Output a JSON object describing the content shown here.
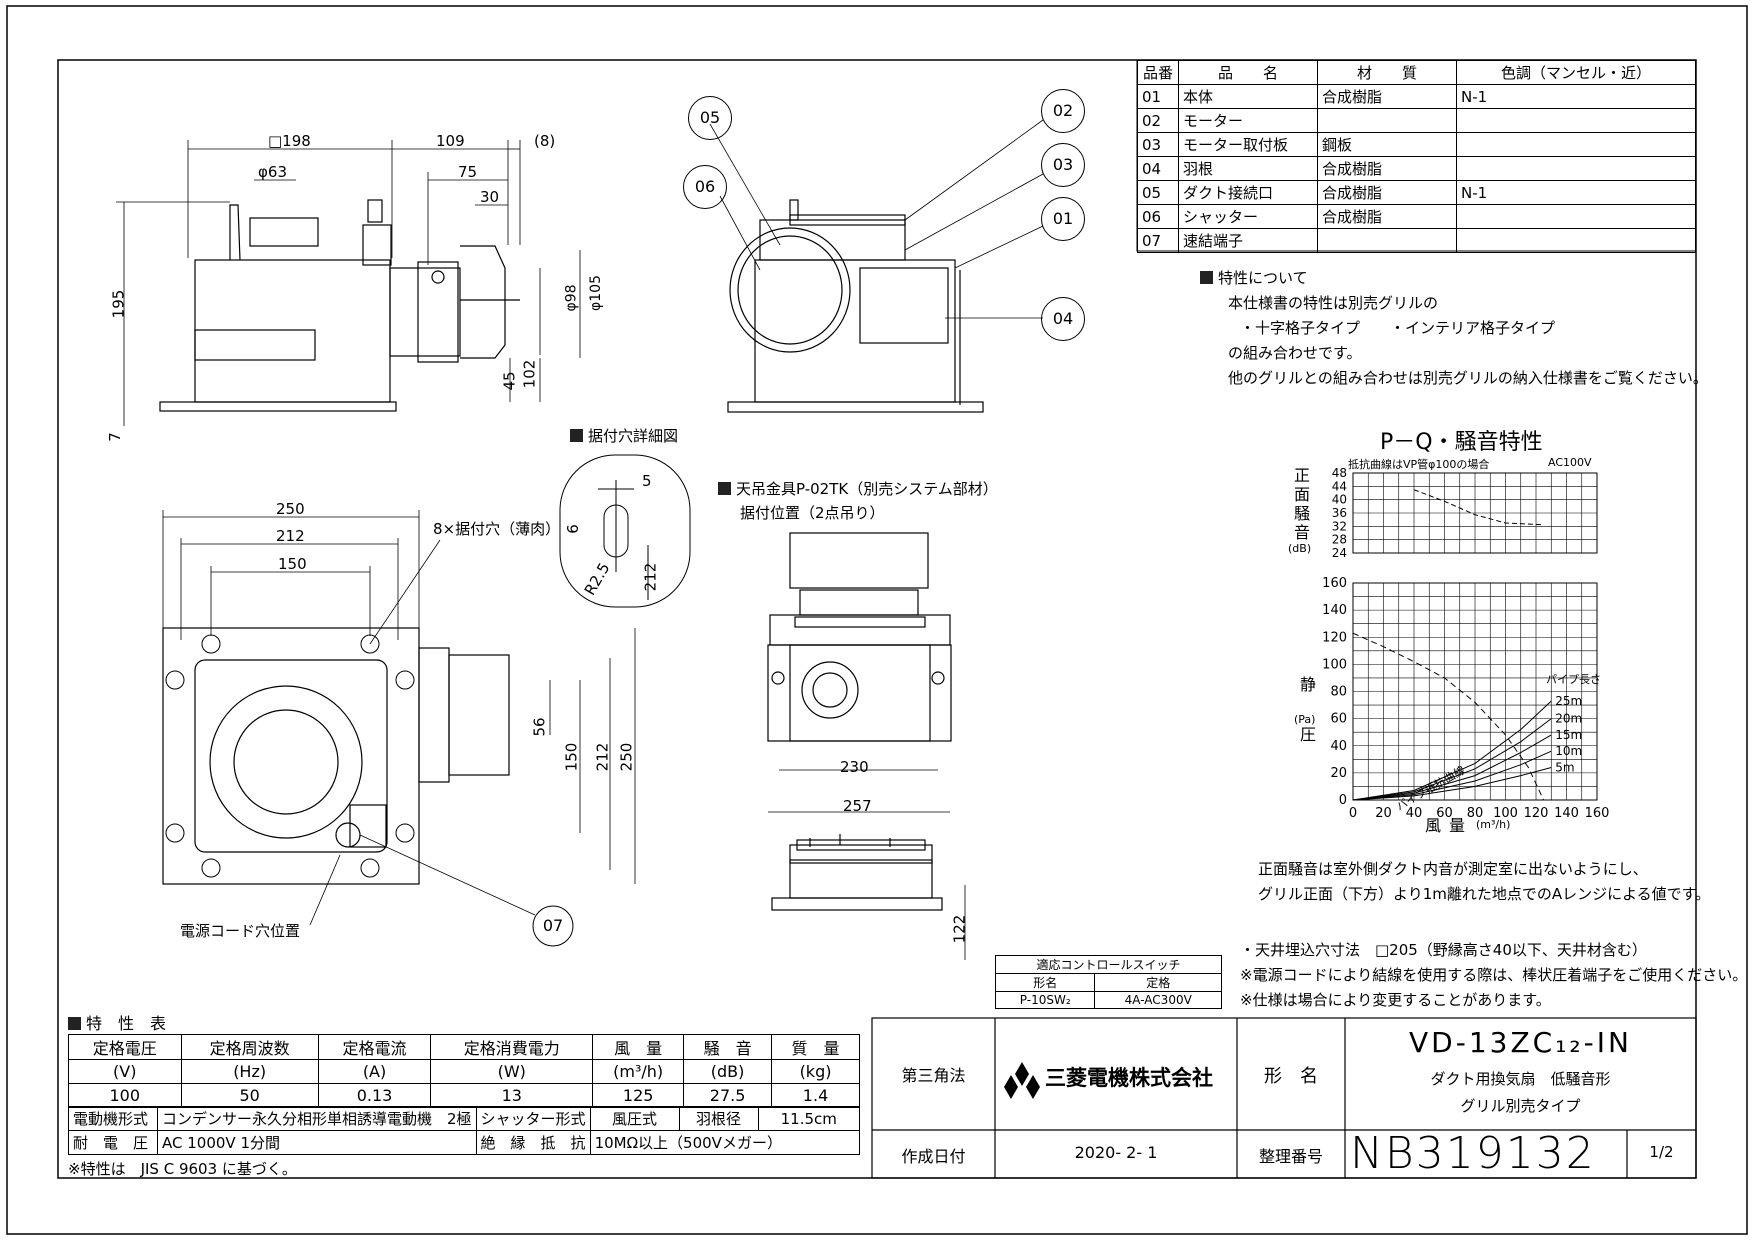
{
  "parts_table": {
    "headers": [
      "品番",
      "品　　名",
      "材　　質",
      "色調（マンセル・近）"
    ],
    "rows": [
      [
        "01",
        "本体",
        "合成樹脂",
        "N-1"
      ],
      [
        "02",
        "モーター",
        "",
        ""
      ],
      [
        "03",
        "モーター取付板",
        "鋼板",
        ""
      ],
      [
        "04",
        "羽根",
        "合成樹脂",
        ""
      ],
      [
        "05",
        "ダクト接続口",
        "合成樹脂",
        "N-1"
      ],
      [
        "06",
        "シャッター",
        "合成樹脂",
        ""
      ],
      [
        "07",
        "速結端子",
        "",
        ""
      ]
    ]
  },
  "characteristics_note": {
    "heading": "特性について",
    "lines": [
      "本仕様書の特性は別売グリルの",
      "・十字格子タイプ　　・インテリア格子タイプ",
      "の組み合わせです。",
      "他のグリルとの組み合わせは別売グリルの納入仕様書をご覧ください。"
    ]
  },
  "front_view": {
    "dims": [
      "□198",
      "109",
      "(8)",
      "φ63",
      "75",
      "30",
      "195",
      "7",
      "φ98",
      "φ105",
      "45",
      "102"
    ]
  },
  "side_view": {
    "labels": [
      "05",
      "06",
      "02",
      "03",
      "01",
      "04"
    ]
  },
  "bottom_view": {
    "dims": [
      "250",
      "212",
      "150",
      "56",
      "150",
      "212",
      "250"
    ],
    "hole_label": "8×据付穴（薄肉）",
    "cord_label": "電源コード穴位置",
    "callout": "07"
  },
  "hole_detail": {
    "title": "据付穴詳細図",
    "dims": [
      "5",
      "6",
      "R2.5",
      "212"
    ]
  },
  "hanger": {
    "title_line1": "天吊金具P-02TK（別売システム部材）",
    "title_line2": "据付位置（2点吊り）",
    "dims": [
      "230",
      "257",
      "122"
    ]
  },
  "chart_data": [
    {
      "type": "line",
      "title": "P－Q・騒音特性",
      "subtitle": "抵抗曲線はVP管φ100の場合",
      "note": "AC100V",
      "ylabel": "正面騒音",
      "yunit": "(dB)",
      "ylim": [
        24,
        48
      ],
      "yticks": [
        24,
        28,
        32,
        36,
        40,
        44,
        48
      ],
      "xlim": [
        0,
        160
      ],
      "series": [
        {
          "x": [
            40,
            60,
            80,
            100,
            125
          ],
          "y": [
            43,
            39.5,
            35.5,
            33,
            32.5
          ]
        }
      ]
    },
    {
      "type": "line",
      "ylabel": "静圧",
      "yunit": "(Pa)",
      "xlabel": "風量",
      "xunit": "(m³/h)",
      "xlim": [
        0,
        160
      ],
      "ylim": [
        0,
        160
      ],
      "xticks": [
        0,
        20,
        40,
        60,
        80,
        100,
        120,
        140,
        160
      ],
      "yticks": [
        0,
        20,
        40,
        60,
        80,
        100,
        120,
        140,
        160
      ],
      "series": [
        {
          "x": [
            0,
            20,
            40,
            60,
            80,
            100,
            115,
            125
          ],
          "y": [
            123,
            113,
            102,
            90,
            72,
            48,
            24,
            0
          ]
        },
        {
          "name": "25m",
          "x": [
            0,
            40,
            80,
            110,
            130
          ],
          "y": [
            0,
            7,
            27,
            52,
            73
          ]
        },
        {
          "name": "20m",
          "x": [
            0,
            40,
            80,
            110,
            130
          ],
          "y": [
            0,
            6,
            23,
            43,
            60
          ]
        },
        {
          "name": "15m",
          "x": [
            0,
            40,
            80,
            110,
            130
          ],
          "y": [
            0,
            5,
            18,
            35,
            48
          ]
        },
        {
          "name": "10m",
          "x": [
            0,
            40,
            80,
            110,
            130
          ],
          "y": [
            0,
            4,
            14,
            26,
            36
          ]
        },
        {
          "name": "5m",
          "x": [
            0,
            40,
            80,
            110,
            130
          ],
          "y": [
            0,
            3,
            10,
            18,
            24
          ]
        }
      ],
      "pipe_label": "パイプ長さ",
      "curve_label": "パイプ抵抗曲線"
    }
  ],
  "noise_note": [
    "正面騒音は室外側ダクト内音が測定室に出ないようにし、",
    "グリル正面（下方）より1m離れた地点でのAレンジによる値です。"
  ],
  "control_switch": {
    "title": "適応コントロールスイッチ",
    "headers": [
      "形名",
      "定格"
    ],
    "values": [
      "P-10SW₂",
      "4A-AC300V"
    ]
  },
  "install_notes": [
    "・天井埋込穴寸法　□205（野縁高さ40以下、天井材含む）",
    "※電源コードにより結線を使用する際は、棒状圧着端子をご使用ください。",
    "※仕様は場合により変更することがあります。"
  ],
  "spec_table": {
    "title": "特　性　表",
    "headers": [
      "定格電圧",
      "定格周波数",
      "定格電流",
      "定格消費電力",
      "風　量",
      "騒　音",
      "質　量"
    ],
    "units": [
      "(V)",
      "(Hz)",
      "(A)",
      "(W)",
      "(m³/h)",
      "(dB)",
      "(kg)"
    ],
    "values": [
      "100",
      "50",
      "0.13",
      "13",
      "125",
      "27.5",
      "1.4"
    ],
    "motor_label": "電動機形式",
    "motor_value": "コンデンサー永久分相形単相誘導電動機　2極",
    "shutter_label": "シャッター形式",
    "shutter_value": "風圧式",
    "blade_label": "羽根径",
    "blade_value": "11.5cm",
    "voltage_label": "耐　電　圧",
    "voltage_value": "AC 1000V 1分間",
    "insulation_label": "絶　縁　抵　抗",
    "insulation_value": "10MΩ以上（500Vメガー）",
    "footnote": "※特性は　JIS C 9603 に基づく。"
  },
  "title_block": {
    "projection": "第三角法",
    "company": "三菱電機株式会社",
    "model_label": "形　名",
    "model": "VD-13ZC₁₂-IN",
    "desc1": "ダクト用換気扇　低騒音形",
    "desc2": "グリル別売タイプ",
    "date_label": "作成日付",
    "date": "2020- 2- 1",
    "number_label": "整理番号",
    "number": "NB319132",
    "page": "1/2"
  }
}
